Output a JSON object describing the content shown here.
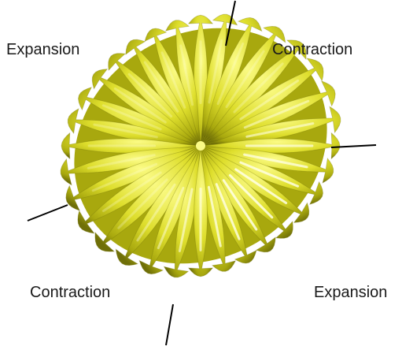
{
  "labels": {
    "top_left": "Expansion",
    "top_right": "Contraction",
    "bottom_left": "Contraction",
    "bottom_right": "Expansion"
  },
  "figure": {
    "subject": "yellow ribbed lobed shape",
    "lobe_count": 32,
    "colors": {
      "light": "#fbfb86",
      "mid": "#dede2c",
      "dark": "#a8a80e",
      "shadow": "#6f6f08",
      "line": "#000000"
    }
  }
}
